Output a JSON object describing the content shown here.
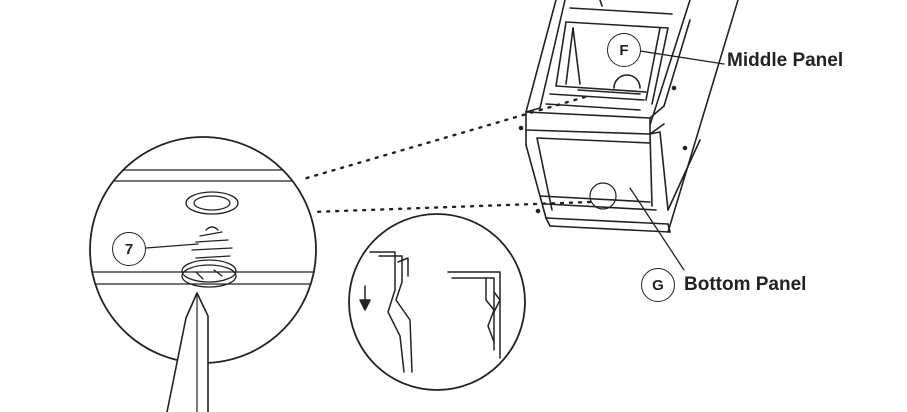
{
  "labels": {
    "middle_panel": "Middle Panel",
    "bottom_panel": "Bottom Panel"
  },
  "callouts": {
    "f": "F",
    "g": "G",
    "screw": "7"
  },
  "colors": {
    "line": "#222222",
    "background": "#ffffff"
  }
}
